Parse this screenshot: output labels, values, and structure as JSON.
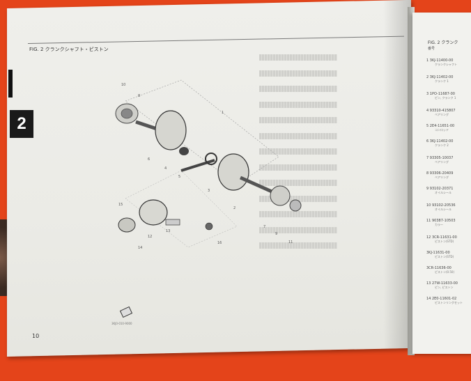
{
  "left_page": {
    "header": "FIG. 2  クランクシャフト・ピストン",
    "section_number": "2",
    "page_number": "10",
    "ref_code": "3KJ0-010-9000"
  },
  "diagram_labels": [
    "1",
    "2",
    "3",
    "4",
    "5",
    "6",
    "7",
    "8",
    "9",
    "10",
    "11",
    "12",
    "13",
    "14",
    "15",
    "16"
  ],
  "right_page": {
    "header": "FIG. 2  クランク",
    "subheader": "番号",
    "items": [
      {
        "num": "1",
        "code": "3KJ-11400-00",
        "name": "クランクシャフト"
      },
      {
        "num": "2",
        "code": "3KJ-11402-00",
        "name": "クランク 1"
      },
      {
        "num": "3",
        "code": "1PO-11687-00",
        "name": "ピン, クランク 1"
      },
      {
        "num": "4",
        "code": "93310-415807",
        "name": "ベアリング"
      },
      {
        "num": "5",
        "code": "2E4-11651-00",
        "name": "コンロッド"
      },
      {
        "num": "6",
        "code": "3KJ-11402-00",
        "name": "クランク 2"
      },
      {
        "num": "7",
        "code": "93305-10037",
        "name": "ベアリング"
      },
      {
        "num": "8",
        "code": "93306-20409",
        "name": "ベアリング"
      },
      {
        "num": "9",
        "code": "93102-20371",
        "name": "オイルシール"
      },
      {
        "num": "10",
        "code": "93102-20536",
        "name": "オイルシール"
      },
      {
        "num": "11",
        "code": "90387-10503",
        "name": "カラー"
      },
      {
        "num": "12",
        "code": "3CR-11631-00",
        "name": "ピストン(STD)"
      },
      {
        "num": "",
        "code": "3KJ-11631-00",
        "name": "ピストン(STD)"
      },
      {
        "num": "",
        "code": "3CR-11636-00",
        "name": "ピストン(0.50)"
      },
      {
        "num": "13",
        "code": "27W-11633-00",
        "name": "ピン, ピストン"
      },
      {
        "num": "14",
        "code": "2E0-11601-02",
        "name": "ピストンリングセット"
      }
    ]
  }
}
